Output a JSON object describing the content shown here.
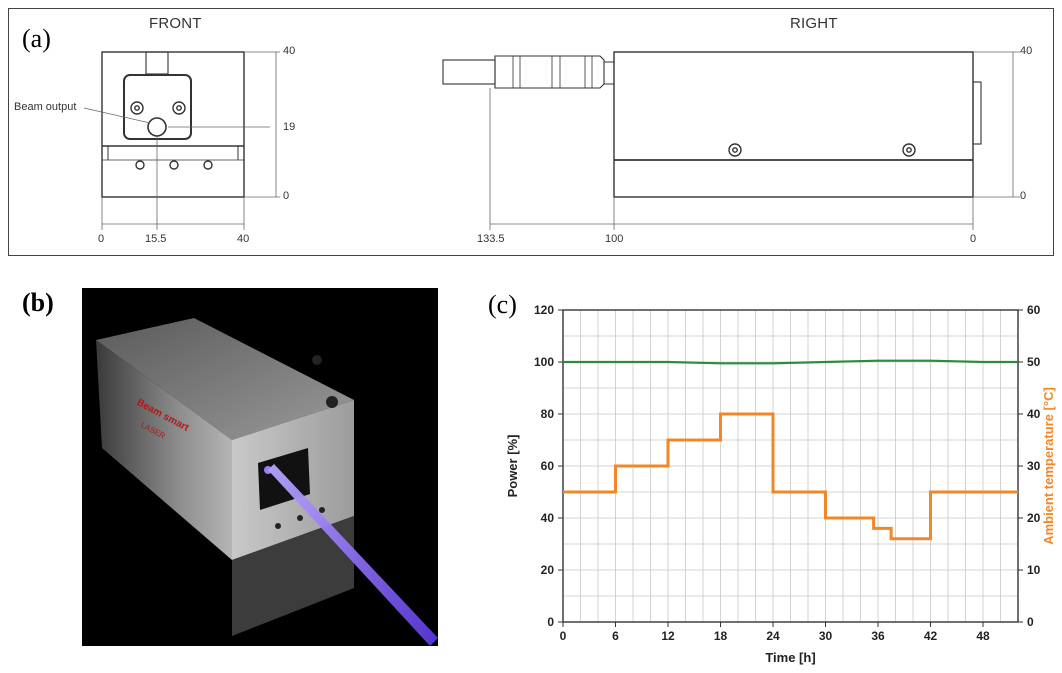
{
  "panel_a": {
    "letter": "(a)",
    "front": {
      "title": "FRONT",
      "callout": "Beam output",
      "dim_right": [
        "40",
        "19",
        "0"
      ],
      "dim_bottom": [
        "0",
        "15.5",
        "40"
      ]
    },
    "right": {
      "title": "RIGHT",
      "dim_right": [
        "40",
        "0"
      ],
      "dim_bottom": [
        "133.5",
        "100",
        "0"
      ]
    }
  },
  "panel_b": {
    "letter": "(b)",
    "device_label_line1": "Beam smart",
    "device_label_line2": "LASER"
  },
  "panel_c": {
    "letter": "(c)"
  },
  "chart_data": {
    "type": "line",
    "xlabel": "Time [h]",
    "ylabel": "Power [%]",
    "y2label": "Ambient temperature [°C]",
    "xlim": [
      0,
      52
    ],
    "ylim": [
      0,
      120
    ],
    "y2lim": [
      0,
      60
    ],
    "xticks": [
      0,
      6,
      12,
      18,
      24,
      30,
      36,
      42,
      48
    ],
    "yticks": [
      0,
      20,
      40,
      60,
      80,
      100,
      120
    ],
    "y2ticks": [
      0,
      10,
      20,
      30,
      40,
      50,
      60
    ],
    "grid": true,
    "colors": {
      "power": "#2e8b3e",
      "temperature": "#f0882a",
      "axis2": "#f0882a"
    },
    "series": [
      {
        "axis": "left",
        "x": [
          0,
          6,
          12,
          18,
          24,
          30,
          36,
          42,
          48,
          52
        ],
        "values": [
          100,
          100,
          100,
          99.5,
          99.5,
          100,
          100.5,
          100.5,
          100,
          100
        ]
      },
      {
        "axis": "right",
        "steps": [
          {
            "x0": 0,
            "x1": 6,
            "value": 25
          },
          {
            "x0": 6,
            "x1": 12,
            "value": 30
          },
          {
            "x0": 12,
            "x1": 18,
            "value": 35
          },
          {
            "x0": 18,
            "x1": 24,
            "value": 40
          },
          {
            "x0": 24,
            "x1": 30,
            "value": 25
          },
          {
            "x0": 30,
            "x1": 35.5,
            "value": 20
          },
          {
            "x0": 35.5,
            "x1": 37.5,
            "value": 18
          },
          {
            "x0": 37.5,
            "x1": 42,
            "value": 16
          },
          {
            "x0": 42,
            "x1": 52,
            "value": 25
          }
        ]
      }
    ]
  }
}
